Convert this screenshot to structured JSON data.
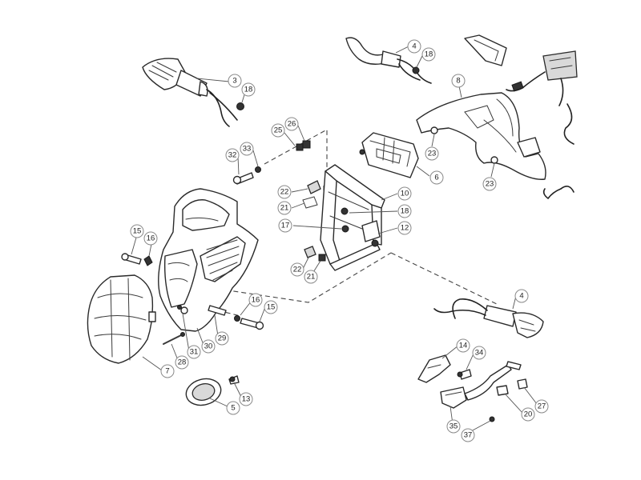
{
  "callouts": [
    {
      "id": "c3",
      "label": "3"
    },
    {
      "id": "c18a",
      "label": "18"
    },
    {
      "id": "c4a",
      "label": "4"
    },
    {
      "id": "c18b",
      "label": "18"
    },
    {
      "id": "c8",
      "label": "8"
    },
    {
      "id": "c25",
      "label": "25"
    },
    {
      "id": "c26",
      "label": "26"
    },
    {
      "id": "c32",
      "label": "32"
    },
    {
      "id": "c33",
      "label": "33"
    },
    {
      "id": "c23a",
      "label": "23"
    },
    {
      "id": "c6",
      "label": "6"
    },
    {
      "id": "c23b",
      "label": "23"
    },
    {
      "id": "c22a",
      "label": "22"
    },
    {
      "id": "c10",
      "label": "10"
    },
    {
      "id": "c21a",
      "label": "21"
    },
    {
      "id": "c18c",
      "label": "18"
    },
    {
      "id": "c17",
      "label": "17"
    },
    {
      "id": "c12",
      "label": "12"
    },
    {
      "id": "c15a",
      "label": "15"
    },
    {
      "id": "c16a",
      "label": "16"
    },
    {
      "id": "c22b",
      "label": "22"
    },
    {
      "id": "c21b",
      "label": "21"
    },
    {
      "id": "c4b",
      "label": "4"
    },
    {
      "id": "c16b",
      "label": "16"
    },
    {
      "id": "c15b",
      "label": "15"
    },
    {
      "id": "c31",
      "label": "31"
    },
    {
      "id": "c30",
      "label": "30"
    },
    {
      "id": "c29",
      "label": "29"
    },
    {
      "id": "c28",
      "label": "28"
    },
    {
      "id": "c7",
      "label": "7"
    },
    {
      "id": "c14",
      "label": "14"
    },
    {
      "id": "c34",
      "label": "34"
    },
    {
      "id": "c5",
      "label": "5"
    },
    {
      "id": "c13",
      "label": "13"
    },
    {
      "id": "c27",
      "label": "27"
    },
    {
      "id": "c20",
      "label": "20"
    },
    {
      "id": "c35",
      "label": "35"
    },
    {
      "id": "c37",
      "label": "37"
    }
  ]
}
